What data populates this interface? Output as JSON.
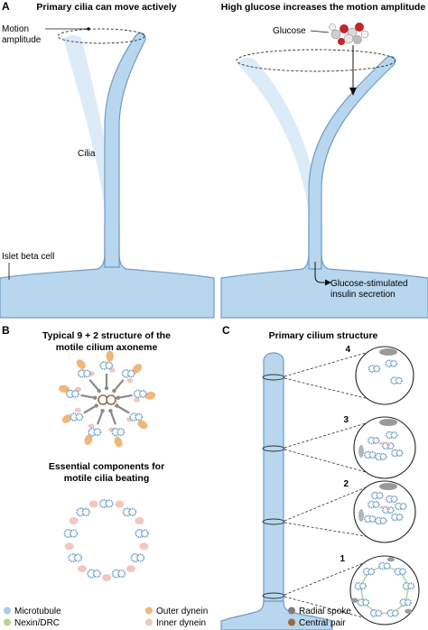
{
  "panel_a": {
    "letter": "A",
    "left_title": "Primary cilia can move actively",
    "right_title": "High glucose increases the motion amplitude",
    "motion_amplitude_line1": "Motion",
    "motion_amplitude_line2": "amplitude",
    "cilia_label": "Cilia",
    "islet_label": "Islet beta cell",
    "glucose_label": "Glucose",
    "secretion_line1": "Glucose-stimulated",
    "secretion_line2": "insulin secretion"
  },
  "panel_b": {
    "letter": "B",
    "title_line1": "Typical 9 + 2 structure of the",
    "title_line2": "motile cilium axoneme",
    "subtitle_line1": "Essential components for",
    "subtitle_line2": "motile cilia beating"
  },
  "panel_c": {
    "letter": "C",
    "title": "Primary cilium structure",
    "levels": [
      "4",
      "3",
      "2",
      "1"
    ]
  },
  "legend": {
    "items": [
      {
        "label": "Microtubule",
        "color": "#a8cbe6"
      },
      {
        "label": "Outer dynein",
        "color": "#f2b57a"
      },
      {
        "label": "Radial spoke",
        "color": "#7d7d7d"
      },
      {
        "label": "Nexin/DRC",
        "color": "#b9d58a"
      },
      {
        "label": "Inner dynein",
        "color": "#f3c7bd"
      },
      {
        "label": "Central pair",
        "color": "#9a6a40"
      }
    ]
  },
  "colors": {
    "cilium_fill": "#b8d6ee",
    "cilium_stroke": "#6f9cc5",
    "ghost_fill": "#dcebf7",
    "microtubule": "#6e9fc6",
    "outer_dynein": "#f2b57a",
    "inner_dynein": "#f3c7bd",
    "radial_spoke": "#8a8a8a",
    "central_pair": "#9a6a40",
    "nexin": "#b9d58a"
  }
}
